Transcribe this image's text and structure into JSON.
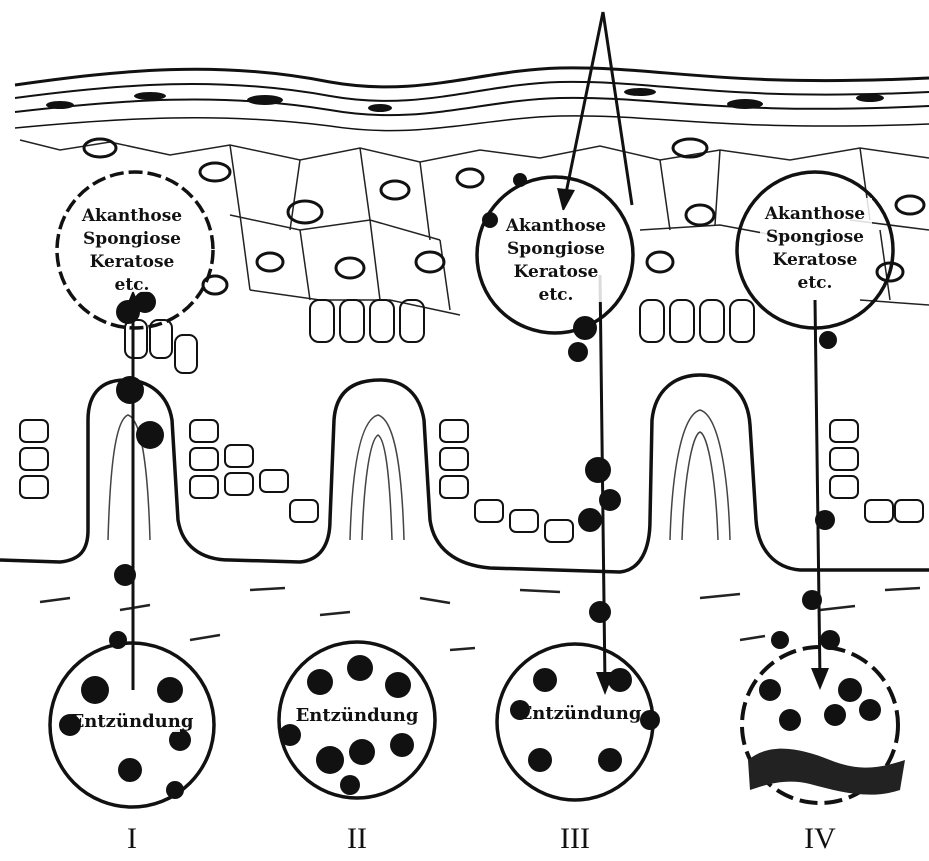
{
  "upper_label_lines": [
    "Akanthose",
    "Spongiose",
    "Keratose",
    "etc."
  ],
  "lower_label": "Entzündung",
  "panels": [
    {
      "numeral": "I",
      "upper_label_lines": [
        "Akanthose",
        "Spongiose",
        "Keratose",
        "etc."
      ],
      "lower_label": "Entzündung"
    },
    {
      "numeral": "II",
      "lower_label": "Entzündung"
    },
    {
      "numeral": "III",
      "upper_label_lines": [
        "Akanthose",
        "Spongiose",
        "Keratose",
        "etc."
      ],
      "lower_label": "Entzündung"
    },
    {
      "numeral": "IV",
      "upper_label_lines": [
        "Akanthose",
        "Spongiose",
        "Keratose",
        "etc."
      ]
    }
  ],
  "colors": {
    "ink": "#111111",
    "paper": "#ffffff"
  }
}
